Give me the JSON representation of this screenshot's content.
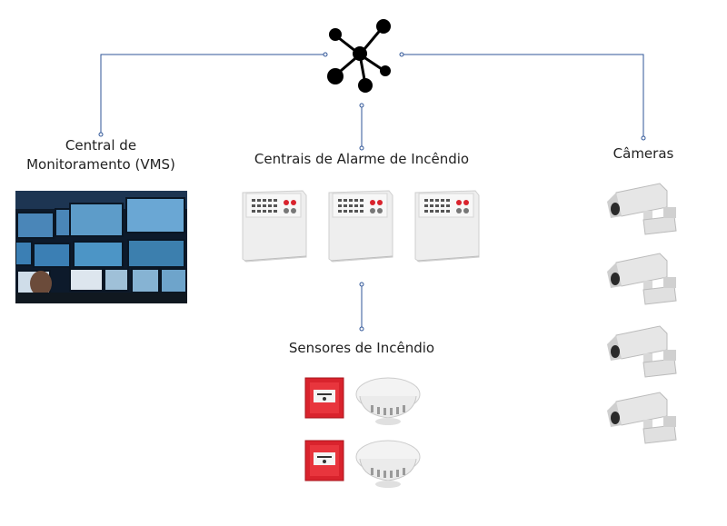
{
  "labels": {
    "vms": [
      "Central de",
      "Monitoramento (VMS)"
    ],
    "fire_panels": "Centrais de Alarme de Incêndio",
    "cameras": "Câmeras",
    "sensors": "Sensores de Incêndio"
  },
  "colors": {
    "connector": "#2f5597",
    "hub": "#000000",
    "alarm_red": "#d9232d",
    "panel": "#f2f2f2"
  },
  "icons": [
    "network-hub-icon",
    "monitoring-room-photo",
    "fire-alarm-panel",
    "security-camera",
    "manual-call-point",
    "smoke-detector"
  ]
}
